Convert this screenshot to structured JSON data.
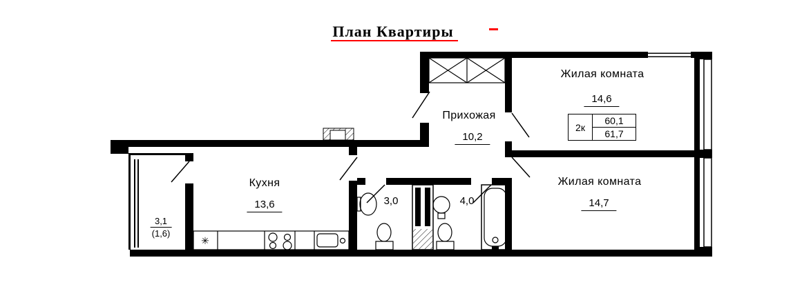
{
  "title": {
    "text": "План Квартиры"
  },
  "plan": {
    "rooms": {
      "living1": {
        "name": "Жилая комната",
        "area": "14,6"
      },
      "living2": {
        "name": "Жилая комната",
        "area": "14,7"
      },
      "hallway": {
        "name": "Прихожая",
        "area": "10,2"
      },
      "kitchen": {
        "name": "Кухня",
        "area": "13,6"
      },
      "bathroom": {
        "area": "3,0"
      },
      "toilet": {
        "area": "4,0"
      },
      "balcony": {
        "area_total": "3,1",
        "area_counted": "(1,6)"
      }
    },
    "summary_table": {
      "type_label": "2к",
      "area_top": "60,1",
      "area_bottom": "61,7"
    },
    "icons": {
      "washing_machine_symbol": "✳"
    }
  },
  "colors": {
    "walls": "#000000",
    "background": "#ffffff",
    "accent_red": "#ff0000"
  }
}
